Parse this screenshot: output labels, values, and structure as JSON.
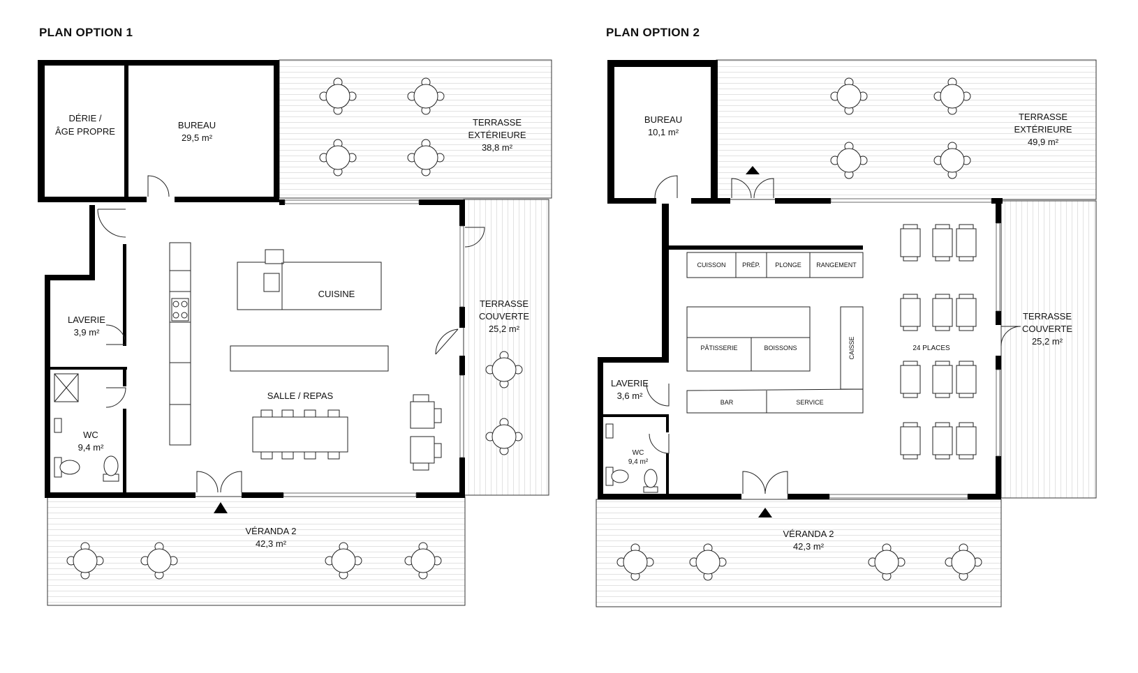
{
  "plans": [
    {
      "title": "PLAN OPTION 1",
      "rooms": {
        "sechage": [
          "DÉRIE /",
          "ÂGE PROPRE"
        ],
        "bureau": [
          "BUREAU",
          "29,5 m²"
        ],
        "terrasse_ext": [
          "TERRASSE",
          "EXTÉRIEURE",
          "38,8 m²"
        ],
        "terrasse_couv": [
          "TERRASSE",
          "COUVERTE",
          "25,2 m²"
        ],
        "laverie": [
          "LAVERIE",
          "3,9 m²"
        ],
        "wc": [
          "WC",
          "9,4 m²"
        ],
        "cuisine": "CUISINE",
        "salle": "SALLE / REPAS",
        "veranda": [
          "VÉRANDA 2",
          "42,3 m²"
        ]
      }
    },
    {
      "title": "PLAN OPTION 2",
      "rooms": {
        "bureau": [
          "BUREAU",
          "10,1 m²"
        ],
        "terrasse_ext": [
          "TERRASSE",
          "EXTÉRIEURE",
          "49,9 m²"
        ],
        "terrasse_couv": [
          "TERRASSE",
          "COUVERTE",
          "25,2 m²"
        ],
        "laverie": [
          "LAVERIE",
          "3,6 m²"
        ],
        "wc": [
          "WC",
          "9,4 m²"
        ],
        "veranda": [
          "VÉRANDA 2",
          "42,3 m²"
        ],
        "places": "24 PLACES"
      },
      "counter": {
        "cuisson": "CUISSON",
        "prep": "PRÉP.",
        "plonge": "PLONGE",
        "rangement": "RANGEMENT",
        "patisserie": "PÂTISSERIE",
        "boissons": "BOISSONS",
        "caisse": "CAISSE",
        "bar": "BAR",
        "service": "SERVICE"
      }
    }
  ]
}
